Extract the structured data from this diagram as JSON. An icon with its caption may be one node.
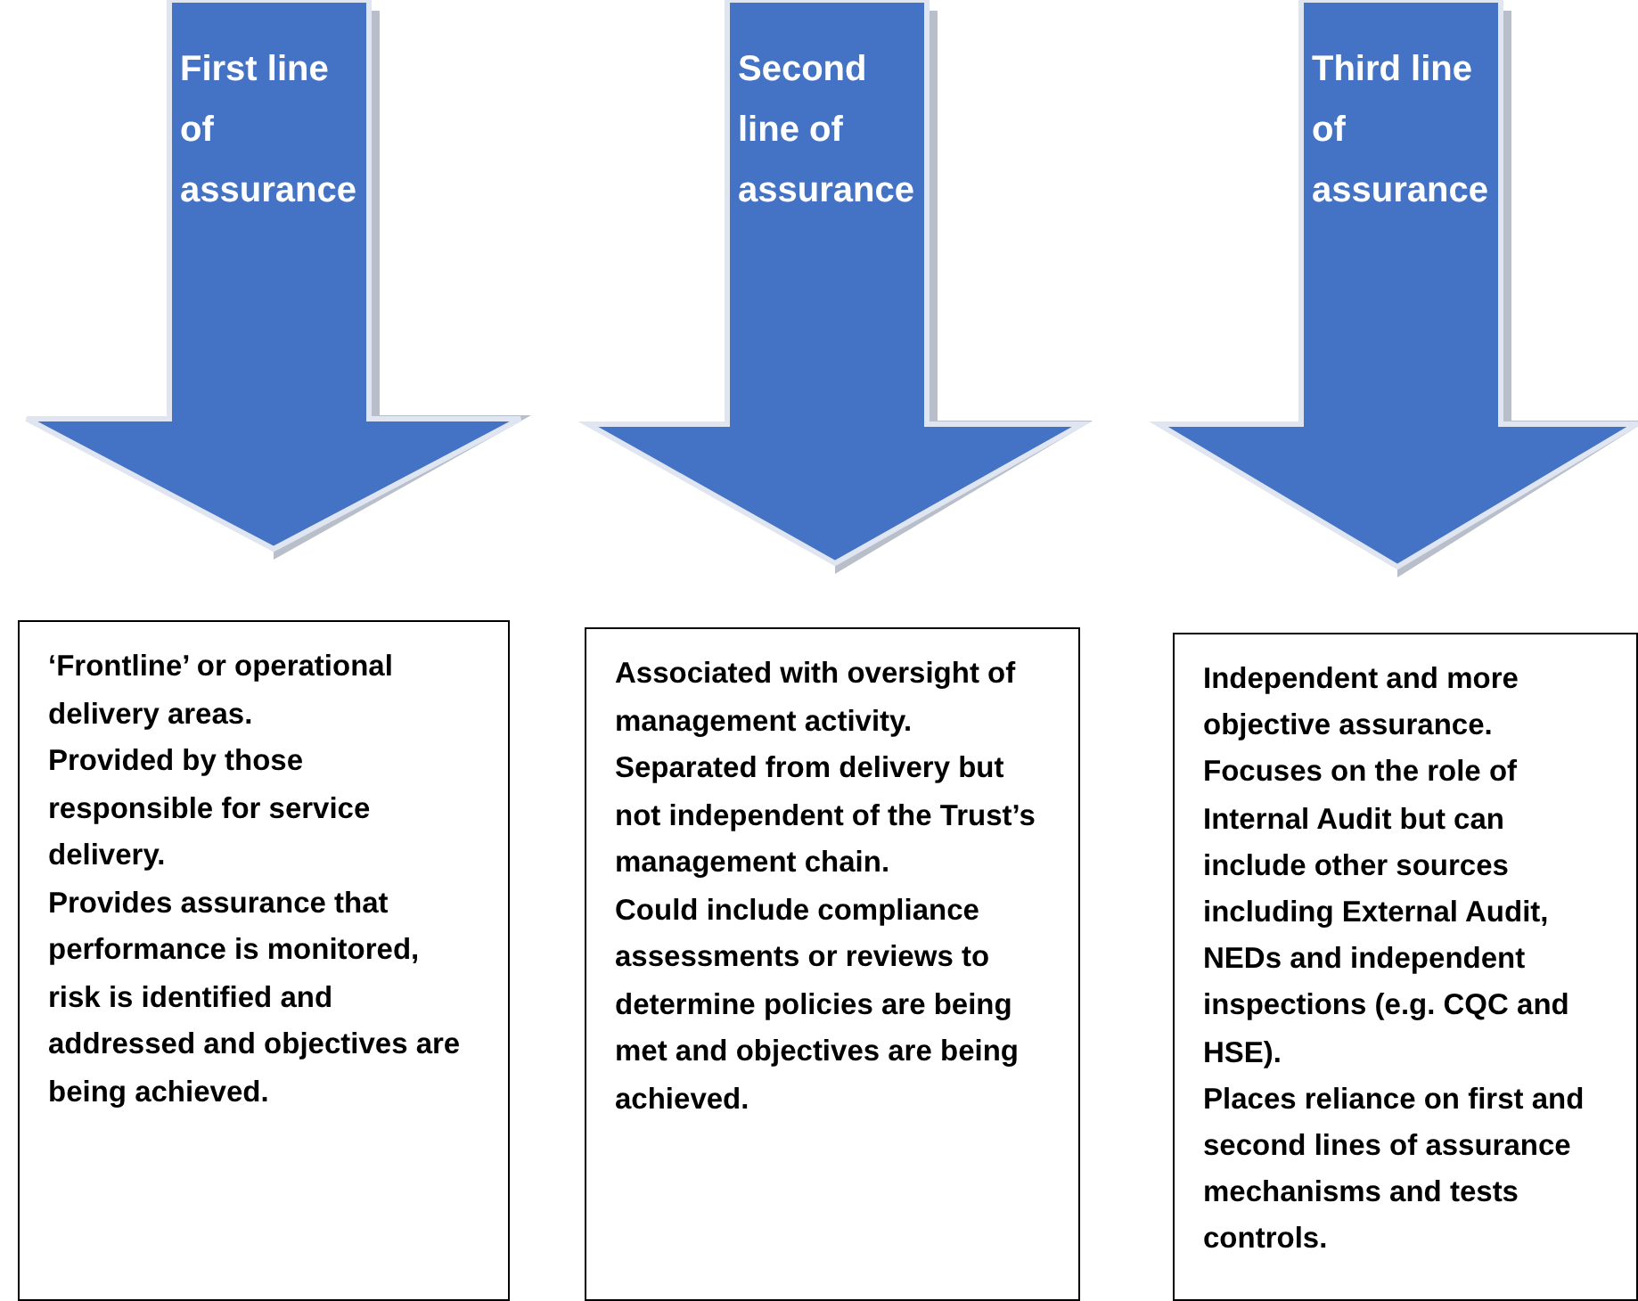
{
  "diagram": {
    "nodes": [
      {
        "text": [
          "First line of assurance"
        ]
      },
      {
        "text": [
          "Second line of assurance"
        ]
      },
      {
        "text": [
          "Third line of assurance"
        ]
      },
      {
        "text": [
          "‘Frontline’ or operational delivery areas.",
          "Provided by those responsible for service delivery.",
          "Provides assurance that performance is monitored, risk is identified and addressed and objectives are being achieved."
        ]
      },
      {
        "text": [
          "Associated with oversight of management activity.",
          "Separated from delivery but not independent of the Trust’s management chain.",
          "Could include compliance assessments or reviews to determine policies are being met and objectives are being achieved."
        ]
      },
      {
        "text": [
          "Independent and more objective assurance.",
          "Focuses on the role of Internal Audit but can include other sources including External Audit, NEDs and independent inspections (e.g. CQC and HSE).",
          "Places reliance on first and second lines of assurance mechanisms and tests controls."
        ]
      }
    ]
  }
}
